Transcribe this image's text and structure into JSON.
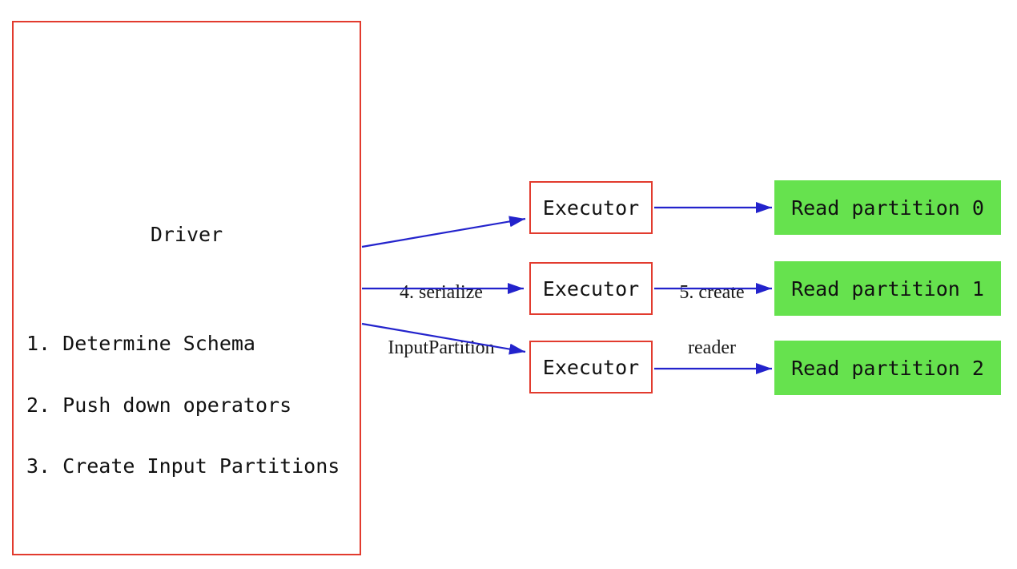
{
  "diagram": {
    "driver": {
      "title": "Driver",
      "steps": [
        "1. Determine Schema",
        "2. Push down operators",
        "3. Create Input Partitions"
      ]
    },
    "executors": [
      {
        "label": "Executor"
      },
      {
        "label": "Executor"
      },
      {
        "label": "Executor"
      }
    ],
    "partitions": [
      {
        "label": "Read partition 0"
      },
      {
        "label": "Read partition 1"
      },
      {
        "label": "Read partition 2"
      }
    ],
    "edge_labels": {
      "serialize": {
        "line1": "4. serialize",
        "line2": "InputPartition"
      },
      "create_reader": {
        "line1": "5. create",
        "line2": "reader"
      }
    },
    "colors": {
      "box_border_red": "#e23b2e",
      "arrow_blue": "#2323cc",
      "partition_green": "#66e24e",
      "text_black": "#111111",
      "background": "#ffffff"
    }
  }
}
